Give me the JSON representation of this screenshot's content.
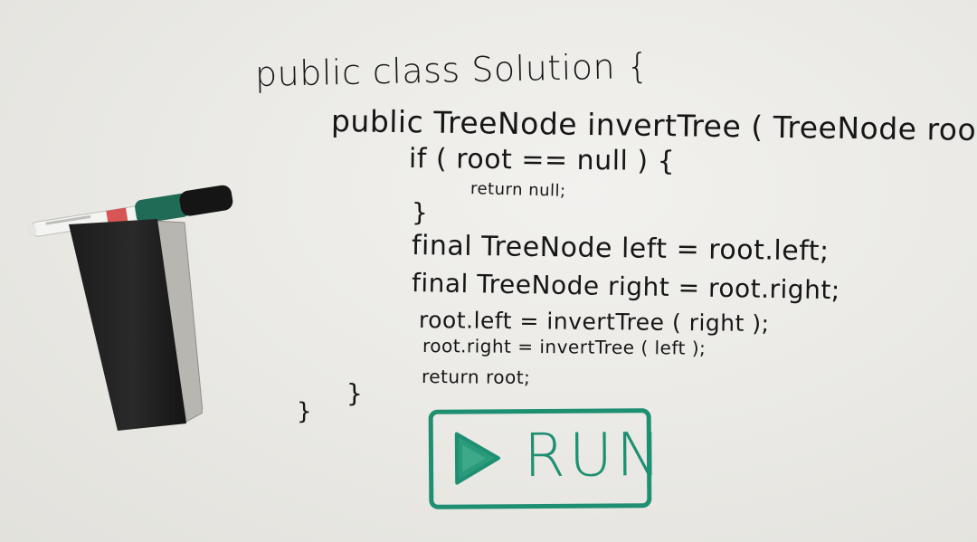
{
  "code_lines": [
    "public class Solution {",
    "public TreeNode invertTree ( TreeNode root ) {",
    "if ( root == null ) {",
    "return null;",
    "}",
    "final TreeNode left = root.left;",
    "final TreeNode right = root.right;",
    "root.left = invertTree ( right );",
    "root.right = invertTree ( left );",
    "return root;",
    "}",
    "}"
  ],
  "run_button": {
    "label": "RUN",
    "icon": "play-icon",
    "color": "#1f8f72"
  },
  "colors": {
    "ink": "#161616",
    "board": "#ebeae6",
    "marker_cap": "#1f6b55"
  }
}
